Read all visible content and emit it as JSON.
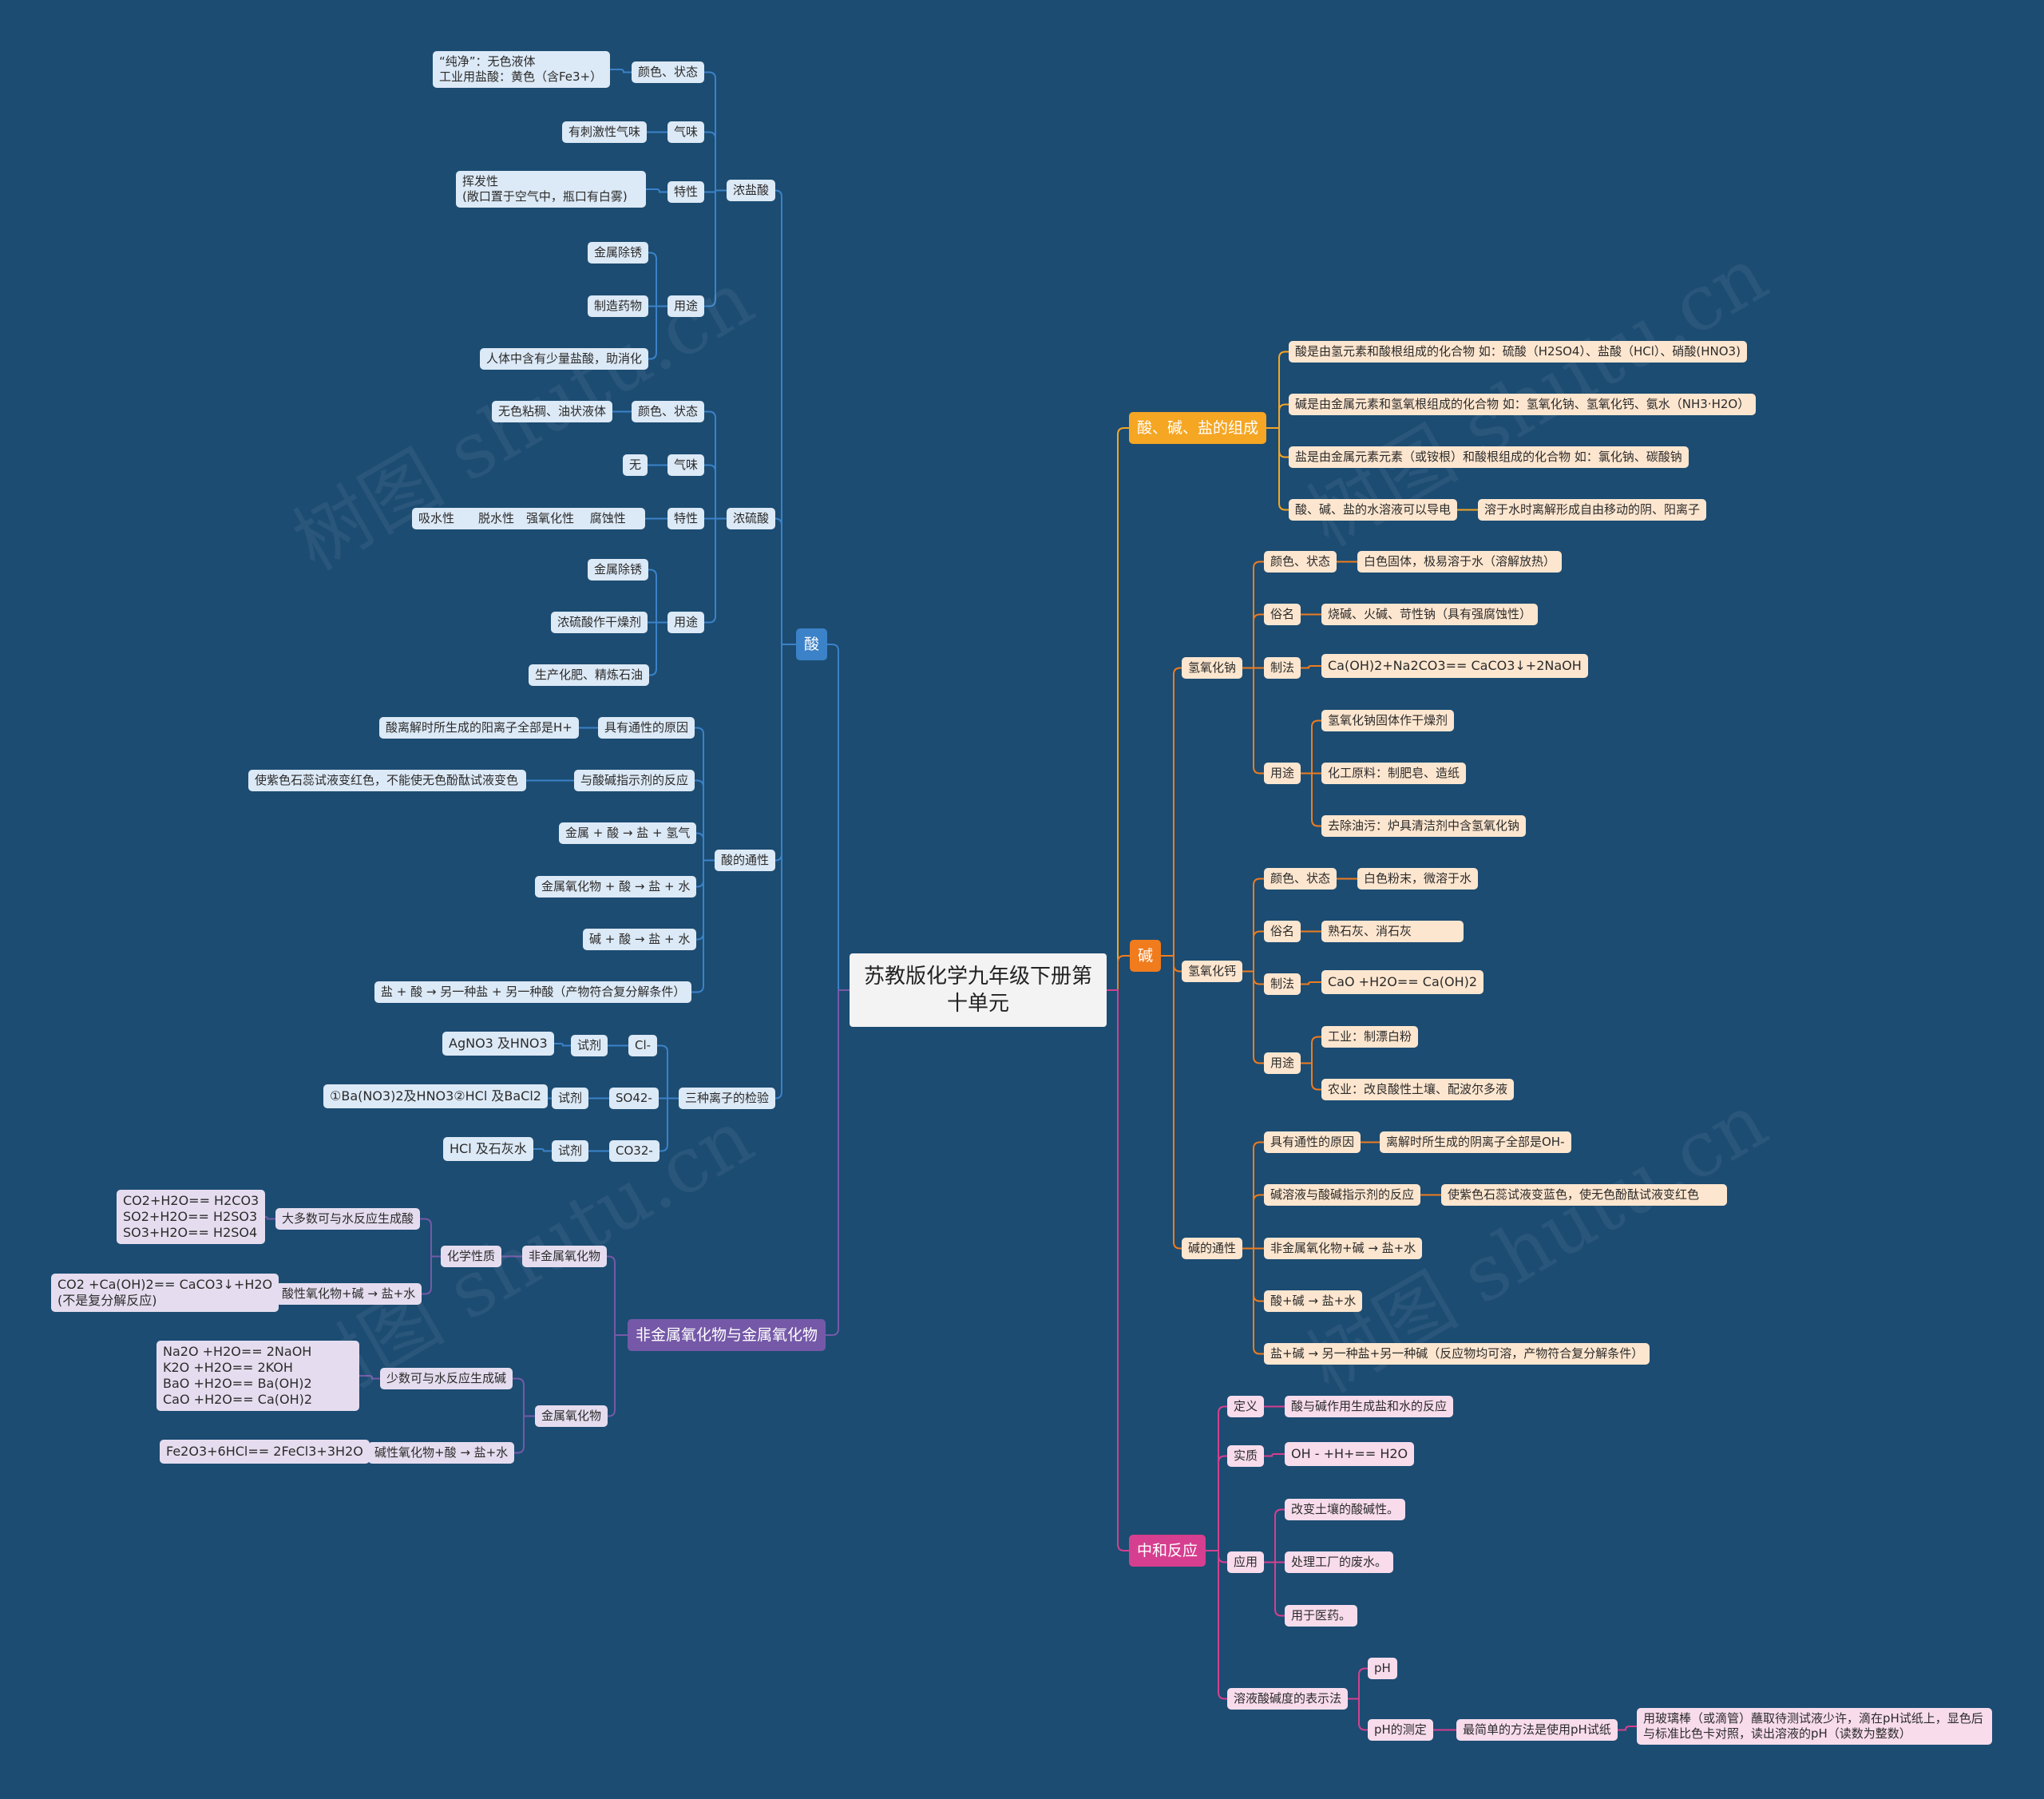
{
  "title": "苏教版化学九年级下册第十单元",
  "colors": {
    "acid": "#3b82c8",
    "base": "#f07c1e",
    "comp": "#f5a623",
    "neut": "#d63f8f",
    "oxide": "#7559a8",
    "bg": "#1c4c72"
  },
  "branches": {
    "acid": {
      "label": "酸",
      "hcl": {
        "label": "浓盐酸",
        "color_state": {
          "label": "颜色、状态",
          "value": "“纯净”：无色液体\n工业用盐酸：黄色（含Fe3+）"
        },
        "smell": {
          "label": "气味",
          "value": "有刺激性气味"
        },
        "feature": {
          "label": "特性",
          "value": "挥发性\n(敞口置于空气中，瓶口有白雾)"
        },
        "use": {
          "label": "用途",
          "items": [
            "金属除锈",
            "制造药物",
            "人体中含有少量盐酸，助消化"
          ]
        }
      },
      "h2so4": {
        "label": "浓硫酸",
        "color_state": {
          "label": "颜色、状态",
          "value": "无色粘稠、油状液体"
        },
        "smell": {
          "label": "气味",
          "value": "无"
        },
        "feature": {
          "label": "特性",
          "value": "吸水性　　脱水性　强氧化性　 腐蚀性"
        },
        "use": {
          "label": "用途",
          "items": [
            "金属除锈",
            "浓硫酸作干燥剂",
            "生产化肥、精炼石油"
          ]
        }
      },
      "common": {
        "label": "酸的通性",
        "reason": {
          "label": "具有通性的原因",
          "value": "酸离解时所生成的阳离子全部是H+"
        },
        "indicator": {
          "label": "与酸碱指示剂的反应",
          "value": "使紫色石蕊试液变红色，不能使无色酚酞试液变色"
        },
        "items": [
          "金属 + 酸 → 盐 + 氢气",
          "金属氧化物 + 酸 → 盐 + 水",
          "碱 + 酸 → 盐 + 水",
          "盐 + 酸 → 另一种盐 + 另一种酸（产物符合复分解条件）"
        ]
      },
      "ions": {
        "label": "三种离子的检验",
        "reagent_label": "试剂",
        "rows": [
          {
            "ion": "Cl-",
            "reagent": "AgNO3 及HNO3"
          },
          {
            "ion": "SO42-",
            "reagent": "①Ba(NO3)2及HNO3②HCl 及BaCl2"
          },
          {
            "ion": "CO32-",
            "reagent": "HCl 及石灰水"
          }
        ]
      }
    },
    "oxide": {
      "label": "非金属氧化物与金属氧化物",
      "nonmetal": {
        "label": "非金属氧化物",
        "chem": {
          "label": "化学性质"
        },
        "water": {
          "label": "大多数可与水反应生成酸",
          "value": "CO2+H2O== H2CO3\nSO2+H2O== H2SO3\nSO3+H2O== H2SO4"
        },
        "base": {
          "label": "酸性氧化物+碱 → 盐+水",
          "value": "CO2 +Ca(OH)2== CaCO3↓+H2O\n(不是复分解反应)"
        }
      },
      "metal": {
        "label": "金属氧化物",
        "water": {
          "label": "少数可与水反应生成碱",
          "value": "Na2O +H2O== 2NaOH\nK2O +H2O== 2KOH\nBaO +H2O== Ba(OH)2\nCaO +H2O== Ca(OH)2"
        },
        "acid": {
          "label": "碱性氧化物+酸 → 盐+水",
          "value": "Fe2O3+6HCl== 2FeCl3+3H2O"
        }
      }
    },
    "comp": {
      "label": "酸、碱、盐的组成",
      "items": [
        "酸是由氢元素和酸根组成的化合物  如：硫酸（H2SO4）、盐酸（HCl）、硝酸(HNO3)",
        "碱是由金属元素和氢氧根组成的化合物 如：氢氧化钠、氢氧化钙、氨水（NH3·H2O）",
        "盐是由金属元素元素（或铵根）和酸根组成的化合物 如：氯化钠、碳酸钠",
        "酸、碱、盐的水溶液可以导电"
      ],
      "conduct_reason": "溶于水时离解形成自由移动的阴、阳离子"
    },
    "base": {
      "label": "碱",
      "naoh": {
        "label": "氢氧化钠",
        "color_state": {
          "label": "颜色、状态",
          "value": "白色固体，极易溶于水（溶解放热）"
        },
        "alias": {
          "label": "俗名",
          "value": "烧碱、火碱、苛性钠（具有强腐蚀性）"
        },
        "make": {
          "label": "制法",
          "value": "Ca(OH)2+Na2CO3== CaCO3↓+2NaOH"
        },
        "use": {
          "label": "用途",
          "items": [
            "氢氧化钠固体作干燥剂",
            "化工原料：制肥皂、造纸",
            "去除油污：炉具清洁剂中含氢氧化钠"
          ]
        }
      },
      "caoh": {
        "label": "氢氧化钙",
        "color_state": {
          "label": "颜色、状态",
          "value": "白色粉末，微溶于水"
        },
        "alias": {
          "label": "俗名",
          "value": "熟石灰、消石灰"
        },
        "make": {
          "label": "制法",
          "value": "CaO +H2O== Ca(OH)2"
        },
        "use": {
          "label": "用途",
          "items": [
            "工业：制漂白粉",
            "农业：改良酸性土壤、配波尔多液"
          ]
        }
      },
      "common": {
        "label": "碱的通性",
        "reason": {
          "label": "具有通性的原因",
          "value": "离解时所生成的阴离子全部是OH-"
        },
        "indicator": {
          "label": "碱溶液与酸碱指示剂的反应",
          "value": "使紫色石蕊试液变蓝色，使无色酚酞试液变红色"
        },
        "items": [
          "非金属氧化物+碱 → 盐+水",
          "酸+碱 → 盐+水",
          "盐+碱 → 另一种盐+另一种碱（反应物均可溶，产物符合复分解条件）"
        ]
      }
    },
    "neut": {
      "label": "中和反应",
      "def": {
        "label": "定义",
        "value": "酸与碱作用生成盐和水的反应"
      },
      "essence": {
        "label": "实质",
        "value": "OH - +H+== H2O"
      },
      "use": {
        "label": "应用",
        "items": [
          "改变土壤的酸碱性。",
          "处理工厂的废水。",
          "用于医药。"
        ]
      },
      "ph": {
        "label": "溶液酸碱度的表示法",
        "ph_label": "pH",
        "measure": {
          "label": "pH的测定",
          "method": "最简单的方法是使用pH试纸",
          "detail": "用玻璃棒（或滴管）蘸取待测试液少许，滴在pH试纸上，显色后\n与标准比色卡对照，读出溶液的pH（读数为整数）"
        }
      }
    }
  },
  "watermark": "树图 shutu.cn"
}
